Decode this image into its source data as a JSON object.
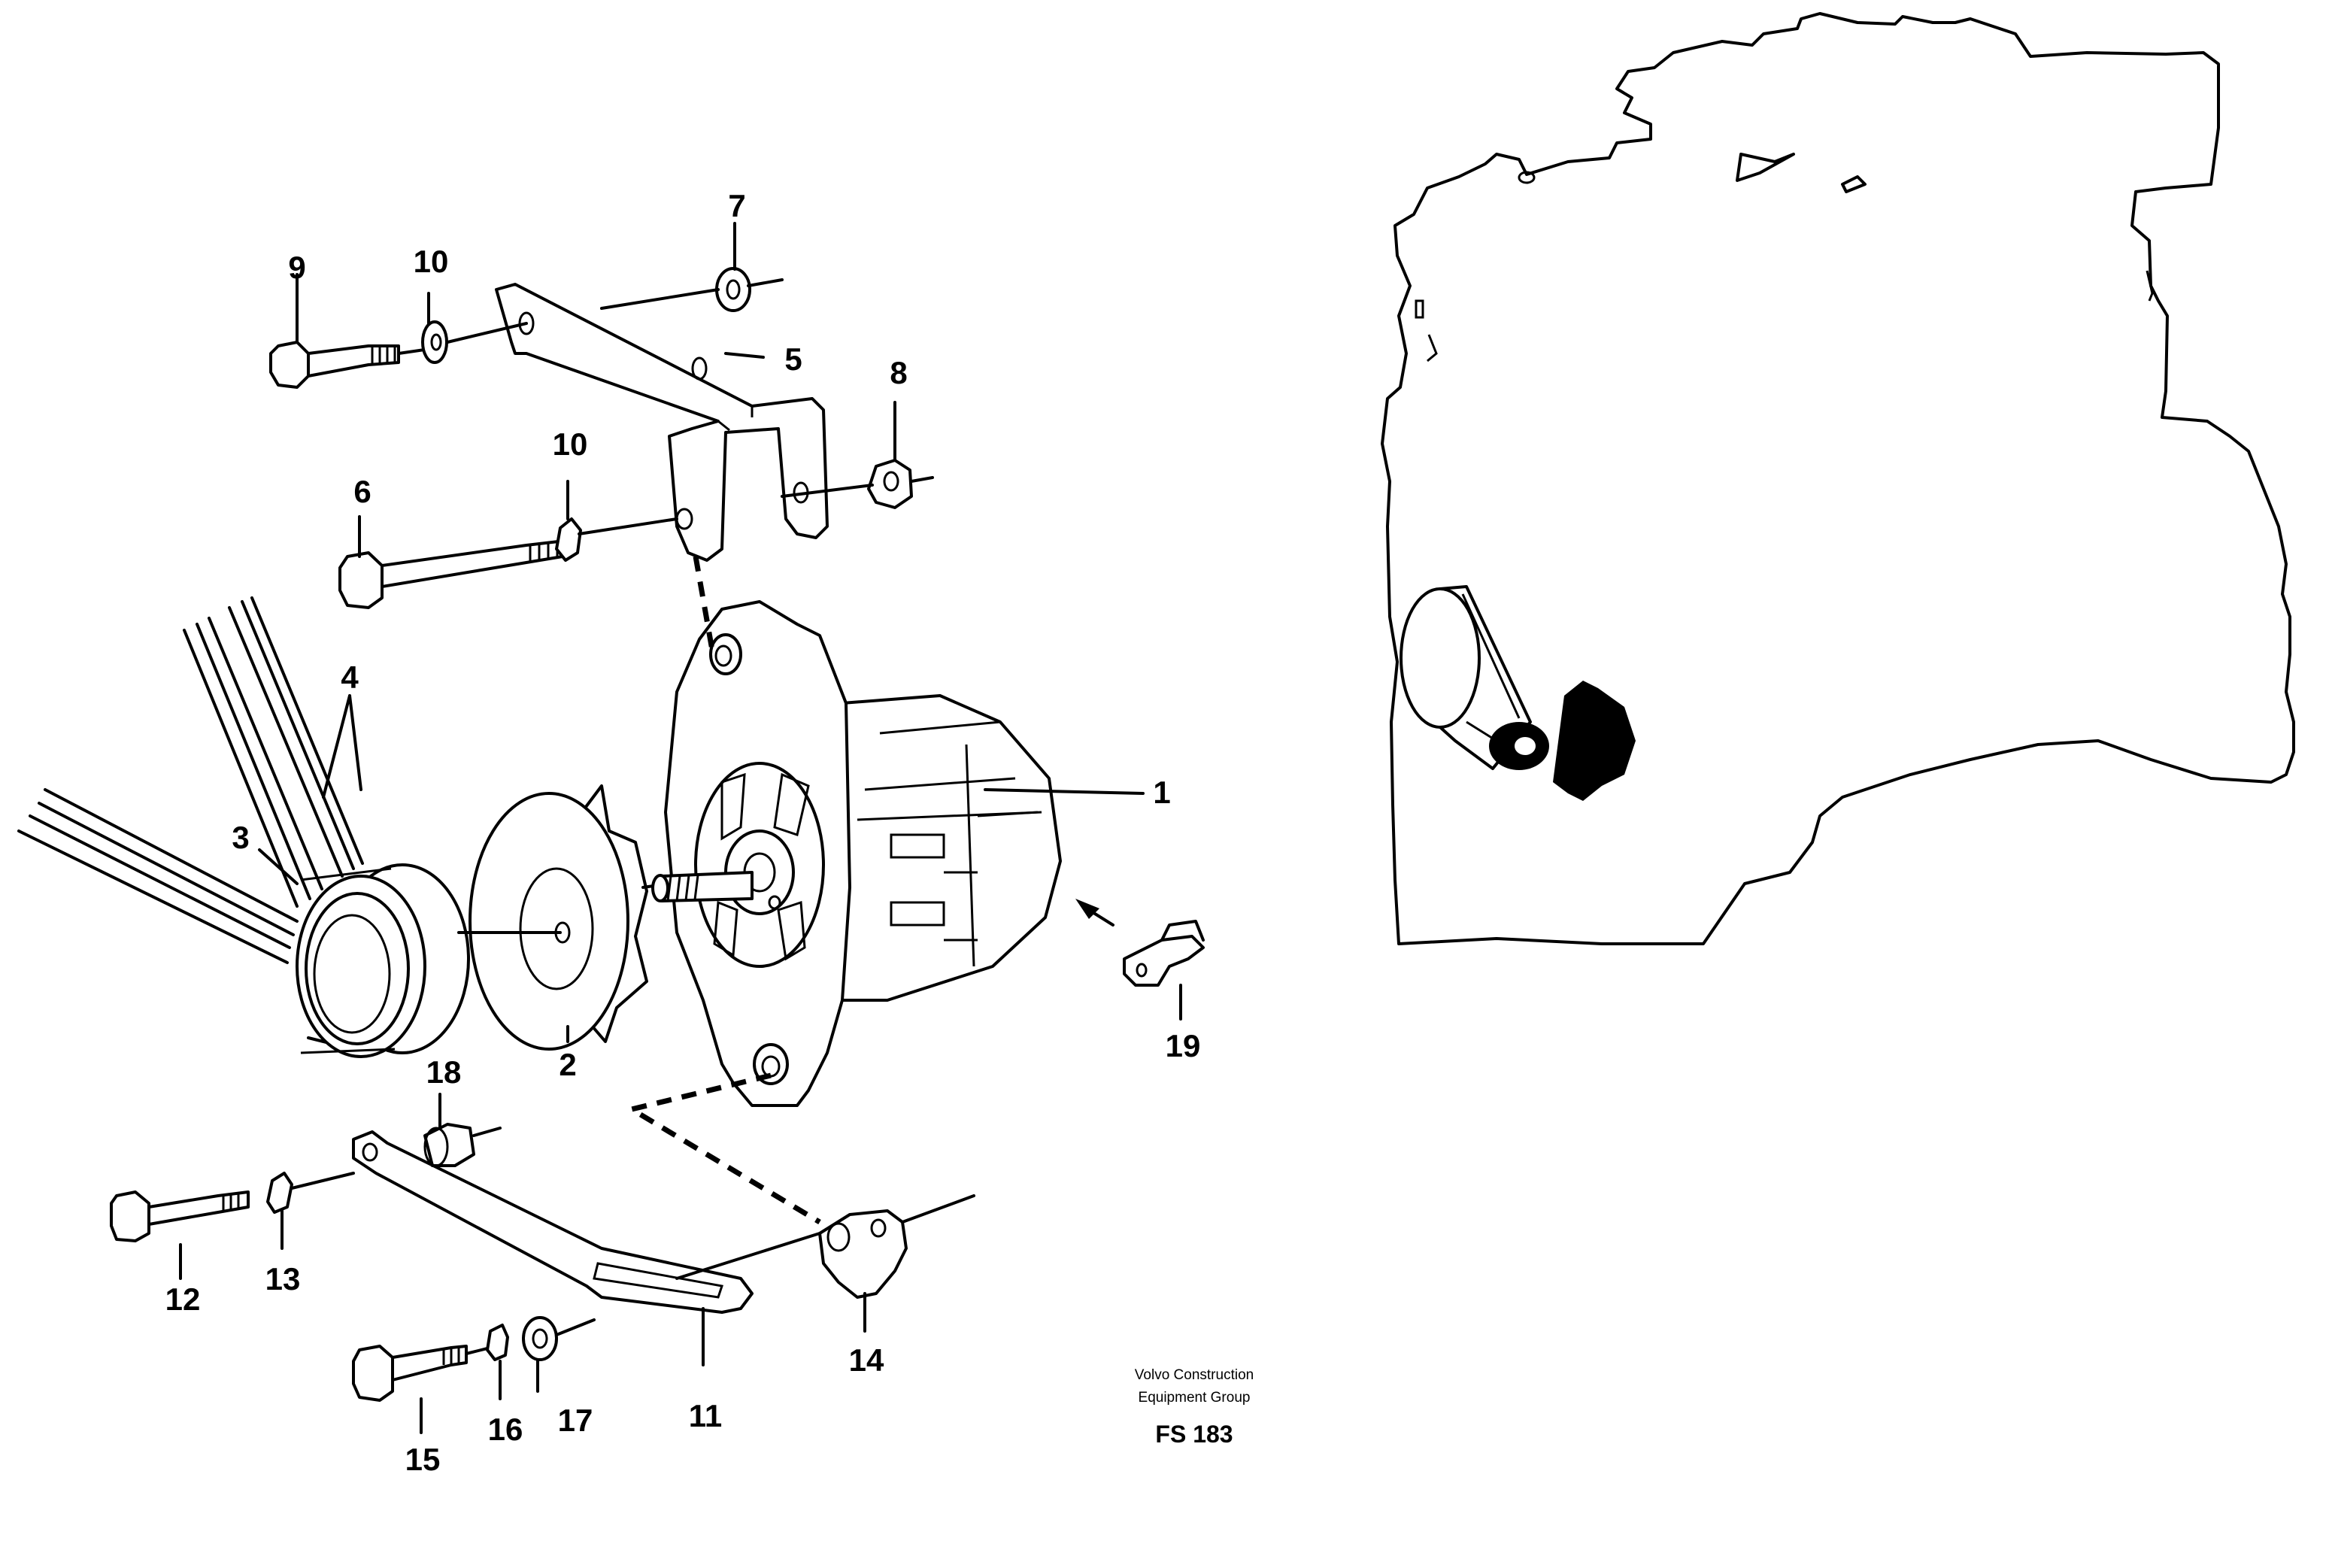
{
  "callouts": [
    "1",
    "2",
    "3",
    "4",
    "5",
    "6",
    "7",
    "8",
    "9",
    "10",
    "10",
    "11",
    "12",
    "13",
    "14",
    "15",
    "16",
    "17",
    "18",
    "19"
  ],
  "caption": {
    "line1": "Volvo Construction",
    "line2": "Equipment Group",
    "code": "FS 183"
  },
  "colors": {
    "ink": "#000000",
    "paper": "#ffffff"
  }
}
